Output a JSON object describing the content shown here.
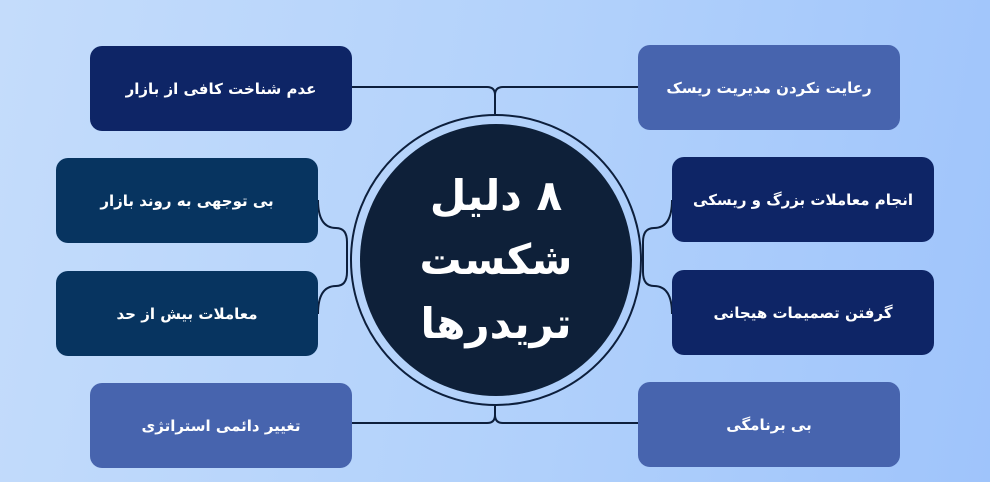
{
  "center": {
    "title_lines": [
      "۸ دلیل",
      "شکست",
      "تریدرها"
    ]
  },
  "left_items": [
    {
      "label": "عدم شناخت کافی از بازار",
      "color": "#0e2566"
    },
    {
      "label": "بی توجهی به روند بازار",
      "color": "#073460"
    },
    {
      "label": "معاملات بیش از حد",
      "color": "#073460"
    },
    {
      "label": "تغییر دائمی استراتژی",
      "color": "#4764ae"
    }
  ],
  "right_items": [
    {
      "label": "رعایت نکردن مدیریت ریسک",
      "color": "#4764ae"
    },
    {
      "label": "انجام معاملات بزرگ و ریسکی",
      "color": "#0e2566"
    },
    {
      "label": "گرفتن تصمیمات هیجانی",
      "color": "#0e2566"
    },
    {
      "label": "بی برنامگی",
      "color": "#4764ae"
    }
  ],
  "colors": {
    "background_start": "#c4dcfb",
    "background_end": "#9fc4fb",
    "circle_fill": "#0e2039",
    "connector": "#0d1f3c"
  }
}
